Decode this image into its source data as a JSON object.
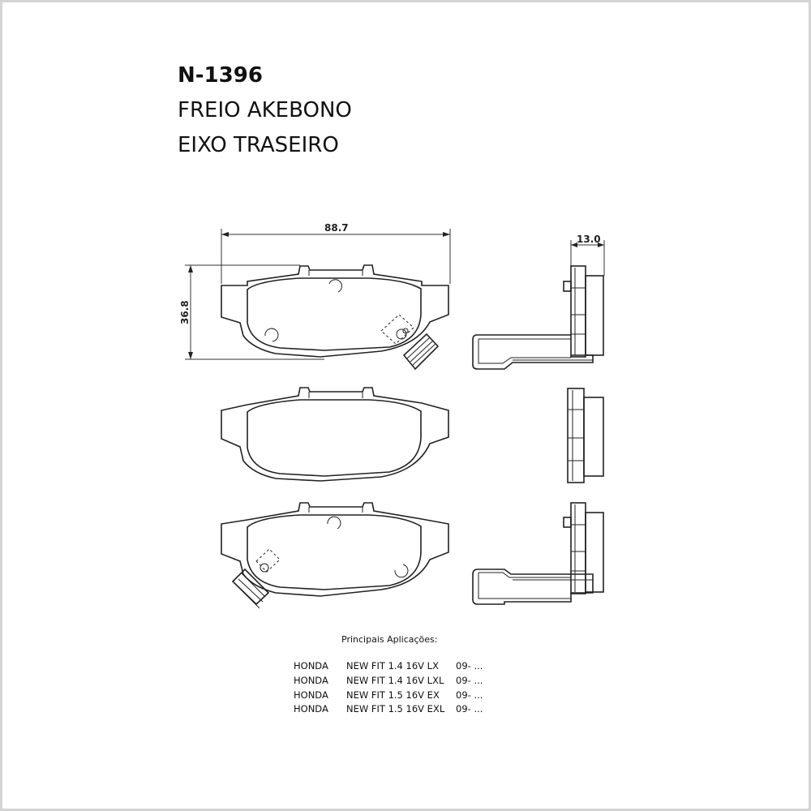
{
  "header": {
    "code": "N-1396",
    "brand": "FREIO AKEBONO",
    "axle": "EIXO TRASEIRO"
  },
  "dimensions": {
    "width": "88.7",
    "height": "36.8",
    "thickness": "13.0"
  },
  "applications": {
    "title": "Principais Aplicações:",
    "rows": [
      {
        "make": "HONDA",
        "model": "NEW FIT 1.4 16V LX",
        "years": "09- ..."
      },
      {
        "make": "HONDA",
        "model": "NEW FIT 1.4 16V LXL",
        "years": "09- ..."
      },
      {
        "make": "HONDA",
        "model": "NEW FIT 1.5 16V EX",
        "years": "09- ..."
      },
      {
        "make": "HONDA",
        "model": "NEW FIT 1.5 16V EXL",
        "years": "09- ..."
      }
    ]
  }
}
